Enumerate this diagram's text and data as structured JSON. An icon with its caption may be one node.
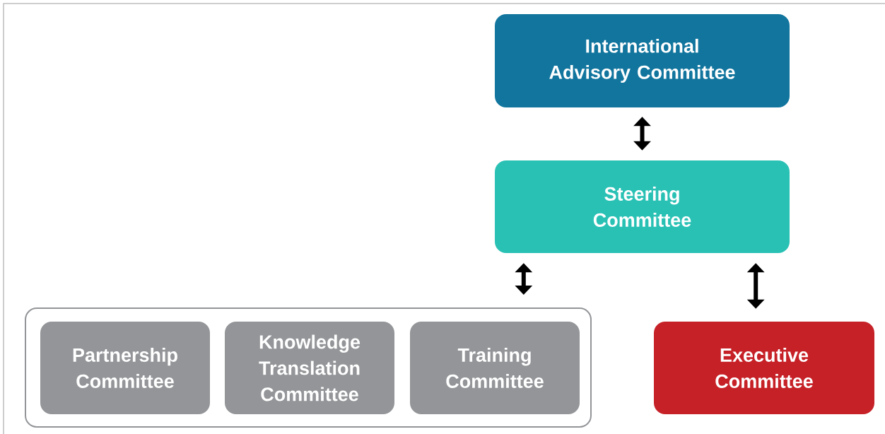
{
  "diagram": {
    "nodes": [
      {
        "text": [
          "International Advisory Committee"
        ]
      },
      {
        "text": [
          "Steering Committee"
        ]
      },
      {
        "text": [],
        "shape": "box"
      },
      {
        "text": [
          "Partnership Committee"
        ],
        "in": 2
      },
      {
        "text": [
          "Knowledge Translation Committee"
        ],
        "in": 2
      },
      {
        "text": [
          "Training Committee"
        ],
        "in": 2
      },
      {
        "text": [
          "Executive Committee"
        ]
      }
    ],
    "edges": [
      {
        "from": 0,
        "to": 1,
        "arrow": "both"
      },
      {
        "from": 1,
        "to": 2,
        "arrow": "both"
      },
      {
        "from": 1,
        "to": 6,
        "arrow": "both"
      }
    ]
  }
}
